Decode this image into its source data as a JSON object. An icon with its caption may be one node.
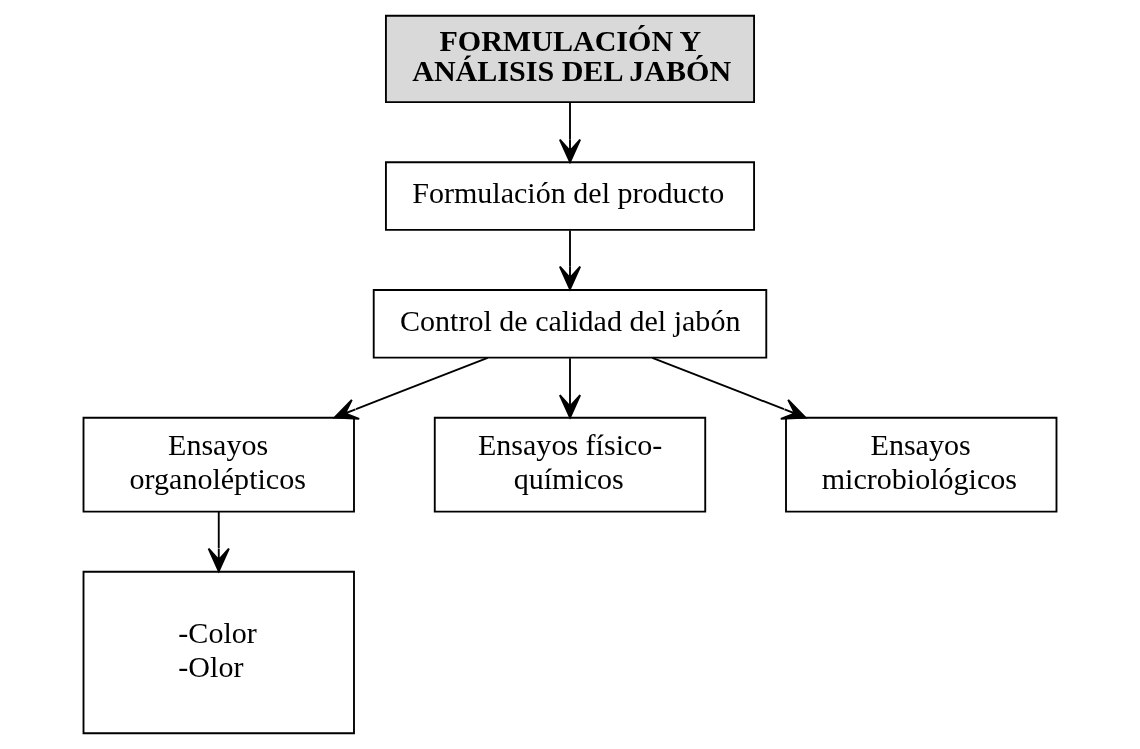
{
  "diagram": {
    "nodes": [
      {
        "text": [
          "FORMULACIÓN Y ANÁLISIS DEL JABÓN"
        ]
      },
      {
        "text": [
          "Formulación del producto"
        ]
      },
      {
        "text": [
          "Control de calidad del jabón"
        ]
      },
      {
        "text": [
          "Ensayos organolépticos"
        ]
      },
      {
        "text": [
          "Ensayos físico-químicos"
        ]
      },
      {
        "text": [
          "Ensayos microbiológicos"
        ]
      },
      {
        "text": [
          "-Color",
          "-Olor"
        ]
      }
    ],
    "edges": [
      {
        "from": 0,
        "to": 1,
        "arrow": "to"
      },
      {
        "from": 1,
        "to": 2,
        "arrow": "to"
      },
      {
        "from": 2,
        "to": 3,
        "arrow": "to"
      },
      {
        "from": 2,
        "to": 4,
        "arrow": "to"
      },
      {
        "from": 2,
        "to": 5,
        "arrow": "to"
      },
      {
        "from": 3,
        "to": 6,
        "arrow": "to"
      }
    ]
  }
}
